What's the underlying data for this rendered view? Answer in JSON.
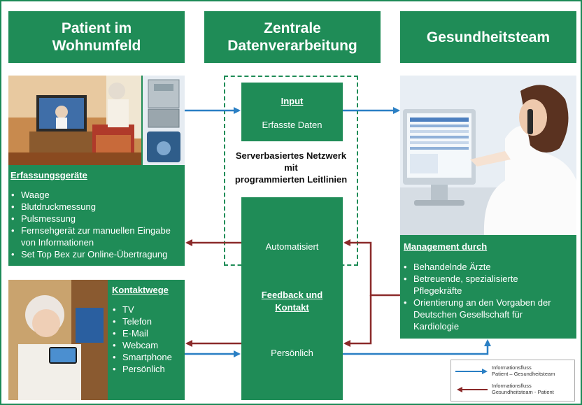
{
  "headers": {
    "left": "Patient im\nWohnumfeld",
    "center": "Zentrale\nDatenverarbeitung",
    "right": "Gesundheitsteam"
  },
  "erfassung": {
    "title": "Erfassungsgeräte",
    "items": [
      "Waage",
      "Blutdruckmessung",
      "Pulsmessung",
      "Fernsehgerät zur manuellen Eingabe von Informationen",
      "Set Top Bex zur Online-Übertragung"
    ]
  },
  "kontakt": {
    "title": "Kontaktwege",
    "items": [
      "TV",
      "Telefon",
      "E-Mail",
      "Webcam",
      "Smartphone",
      "Persönlich"
    ]
  },
  "center": {
    "input_title": "Input",
    "input_sub": "Erfasste Daten",
    "server_text": "Serverbasiertes Netzwerk\nmit\nprogrammierten Leitlinien",
    "automatisiert": "Automatisiert",
    "feedback_title": "Feedback und\nKontakt",
    "persoenlich": "Persönlich"
  },
  "management": {
    "title": "Management durch",
    "items": [
      "Behandelnde Ärzte",
      "Betreuende, spezialisierte Pflegekräfte",
      "Orientierung an den Vorgaben der Deutschen Gesellschaft für Kardiologie"
    ]
  },
  "legend": {
    "blue_text": "Informationsfluss\nPatient – Gesundheitsteam",
    "red_text": "Informationsfluss\nGesundheitsteam - Patient"
  },
  "colors": {
    "green": "#1f8c57",
    "blue_arrow": "#2a7fc4",
    "red_arrow": "#8b2a2a"
  }
}
